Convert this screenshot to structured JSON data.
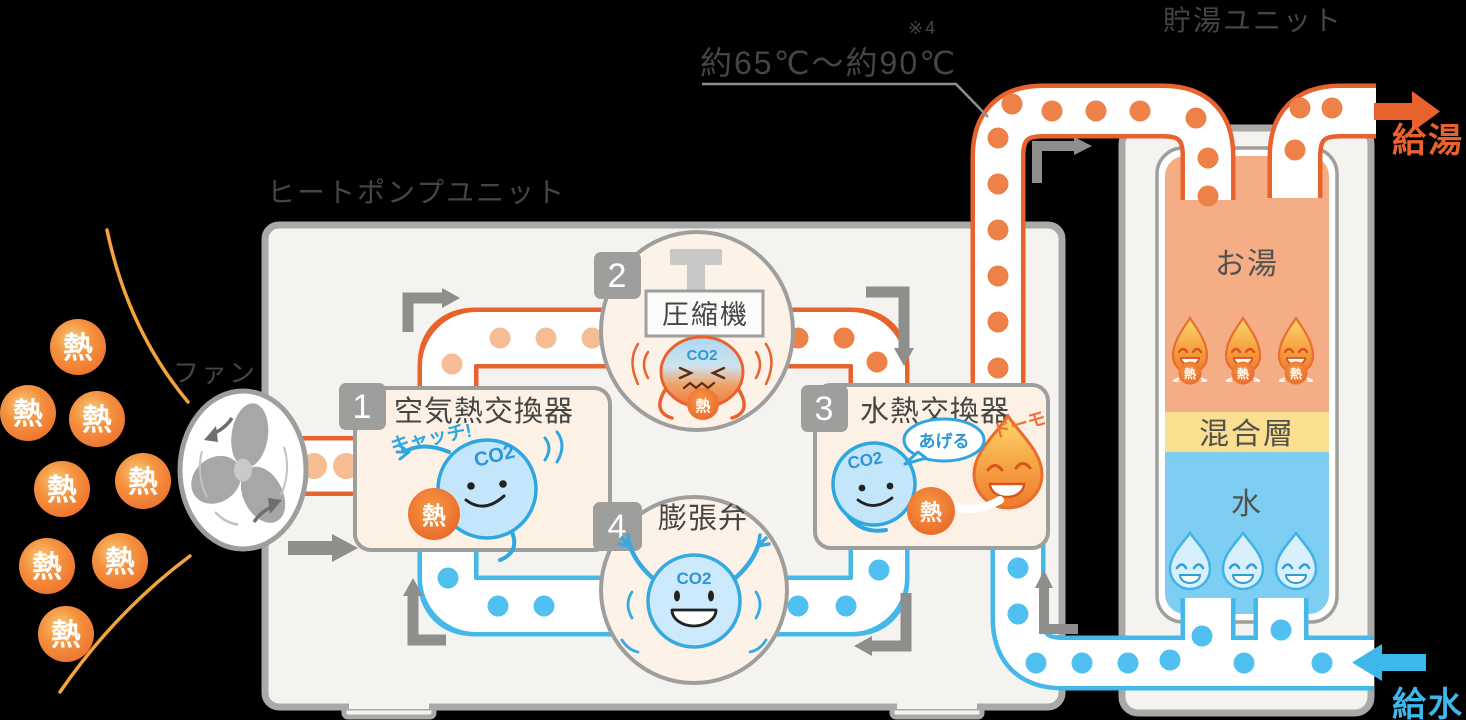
{
  "titles": {
    "heat_pump_unit": "ヒートポンプユニット",
    "storage_unit": "貯湯ユニット"
  },
  "annotation": {
    "temp_range": "約65℃〜約90℃",
    "note": "※4"
  },
  "fan": {
    "label": "ファン"
  },
  "symbols": {
    "heat": "熱",
    "co2": "CO2"
  },
  "components": {
    "c1": {
      "number": "1",
      "label": "空気熱交換器",
      "shout": "キャッチ!"
    },
    "c2": {
      "number": "2",
      "label": "圧縮機"
    },
    "c3": {
      "number": "3",
      "label": "水熱交換器",
      "speech": "あげる",
      "thanks": "ドーモ"
    },
    "c4": {
      "number": "4",
      "label": "膨張弁"
    }
  },
  "tank": {
    "hot": "お湯",
    "mix": "混合層",
    "cold": "水"
  },
  "flows": {
    "hot_out": "給湯",
    "cold_in": "給水"
  },
  "colors": {
    "pipe_hot": "#e8622d",
    "pipe_cold": "#45b8ea",
    "dot_hot": "#ee8148",
    "dot_warm": "#f6bd94",
    "dot_cold": "#4fc0ef",
    "tank_hot": "#f4ad85",
    "tank_mix": "#fbdf90",
    "tank_cold": "#7ecdf2",
    "unit_fill": "#f4f3ef",
    "unit_stroke": "#a9a9a7",
    "label_hot": "#e8622d",
    "label_cold": "#3eb7ea"
  }
}
